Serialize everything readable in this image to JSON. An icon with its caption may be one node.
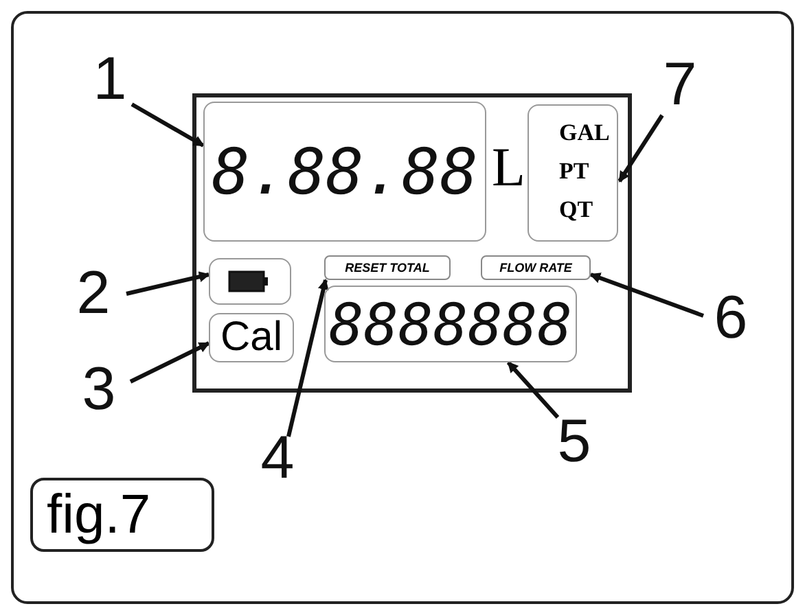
{
  "diagram": {
    "nodes": [
      {
        "text": [
          "1"
        ]
      },
      {
        "text": [
          "8.88.88"
        ]
      },
      {
        "text": [
          "7"
        ]
      },
      {
        "text": [
          "GAL",
          "PT",
          "QT"
        ]
      },
      {
        "text": [
          "2"
        ]
      },
      {
        "text": [],
        "shape": "box"
      },
      {
        "text": [
          "3"
        ]
      },
      {
        "text": [
          "Cal"
        ]
      },
      {
        "text": [
          "4"
        ]
      },
      {
        "text": [
          "RESET TOTAL"
        ]
      },
      {
        "text": [
          "5"
        ]
      },
      {
        "text": [
          "8888888"
        ]
      },
      {
        "text": [
          "6"
        ]
      },
      {
        "text": [
          "FLOW RATE"
        ]
      }
    ],
    "edges": [
      {
        "from": 0,
        "to": 1,
        "arrow": "to"
      },
      {
        "from": 2,
        "to": 3,
        "arrow": "to"
      },
      {
        "from": 4,
        "to": 5,
        "arrow": "to"
      },
      {
        "from": 6,
        "to": 7,
        "arrow": "to"
      },
      {
        "from": 8,
        "to": 9,
        "arrow": "to"
      },
      {
        "from": 10,
        "to": 11,
        "arrow": "to"
      },
      {
        "from": 12,
        "to": 13,
        "arrow": "to"
      }
    ],
    "labels": [
      "L",
      "fig.7"
    ]
  }
}
